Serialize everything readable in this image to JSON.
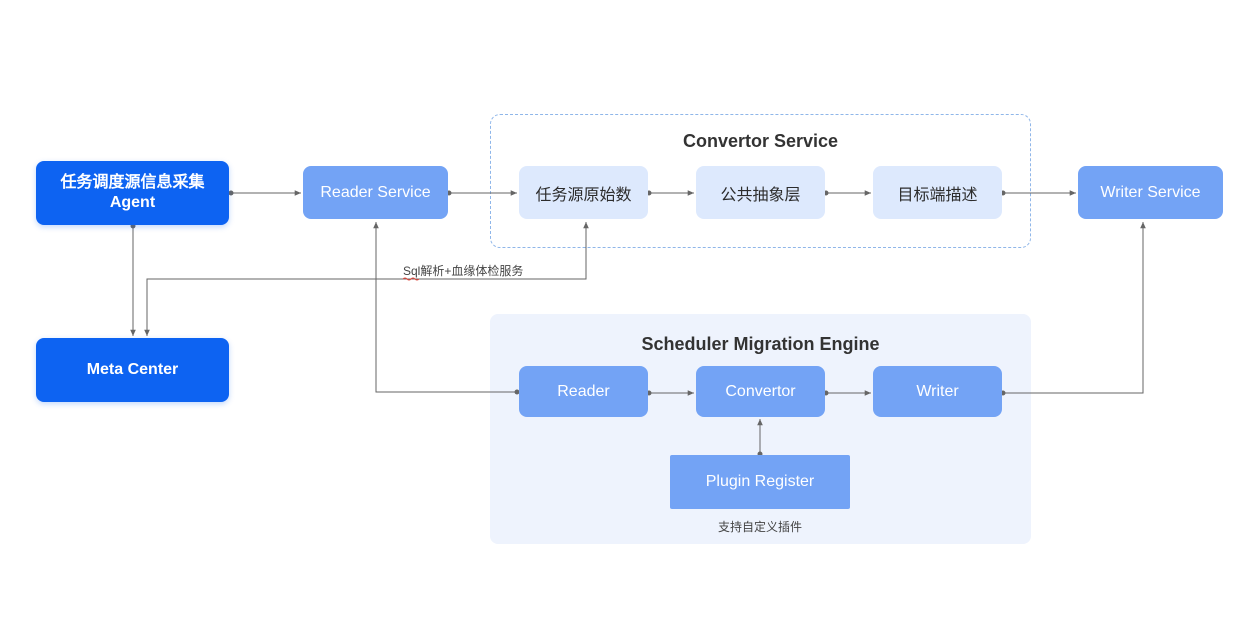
{
  "groups": {
    "convertor_service": {
      "title": "Convertor Service"
    },
    "engine": {
      "title": "Scheduler Migration Engine",
      "plugin_note": "支持自定义插件"
    }
  },
  "nodes": {
    "agent": {
      "line1": "任务调度源信息采集",
      "line2": "Agent"
    },
    "meta_center": "Meta Center",
    "reader_service": "Reader Service",
    "source_raw": "任务源原始数",
    "abstract_layer": "公共抽象层",
    "target_desc": "目标端描述",
    "writer_service": "Writer Service",
    "reader": "Reader",
    "convertor": "Convertor",
    "writer": "Writer",
    "plugin_register": "Plugin Register"
  },
  "edge_labels": {
    "sql_lineage": "Sql解析+血缘体检服务"
  },
  "colors": {
    "primary": "#0d63f2",
    "secondary": "#73a3f5",
    "light": "#dde9fd",
    "group_fill": "#eef3fd",
    "dashed_border": "#8fb6e9",
    "edge": "#666666"
  }
}
